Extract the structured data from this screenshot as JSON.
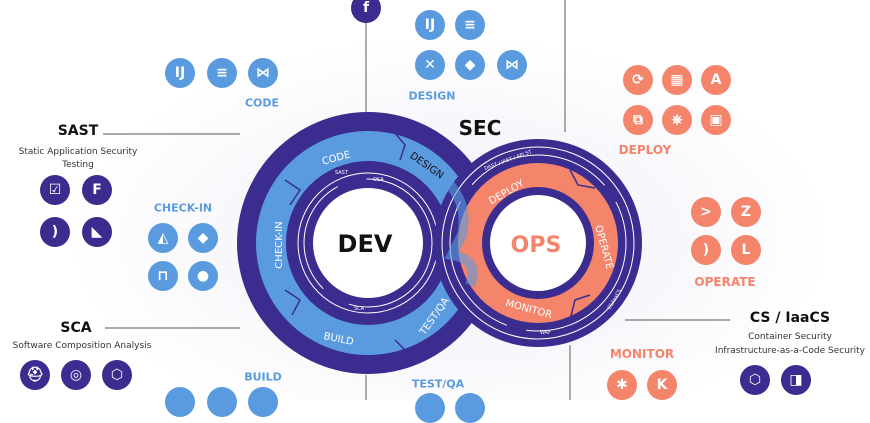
{
  "colors": {
    "purple": "#3b2d8f",
    "blue": "#5a9be0",
    "orange": "#f4846a"
  },
  "center": {
    "dev": "DEV",
    "ops": "OPS",
    "sec": "SEC"
  },
  "ring_dev": {
    "code": "CODE",
    "design": "DESIGN",
    "check_in": "CHECK-IN",
    "build": "BUILD",
    "test_qa": "TEST/QA"
  },
  "ring_ops": {
    "deploy": "DEPLOY",
    "operate": "OPERATE",
    "monitor": "MONITOR"
  },
  "ring_small": {
    "sast": "SAST",
    "osa": "OSA",
    "sca": "SCA",
    "dast": "DAST / IAST / API ST",
    "cs": "CS/IaaCS",
    "waf": "WAF"
  },
  "groups": {
    "code": "CODE",
    "design": "DESIGN",
    "deploy": "DEPLOY",
    "operate": "OPERATE",
    "monitor": "MONITOR",
    "check_in": "CHECK-IN",
    "build": "BUILD",
    "test_qa": "TEST/QA"
  },
  "sast": {
    "title": "SAST",
    "subtitle1": "Static Application Security",
    "subtitle2": "Testing"
  },
  "sca": {
    "title": "SCA",
    "subtitle": "Software Composition Analysis"
  },
  "cs": {
    "title": "CS / IaaCS",
    "subtitle1": "Container Security",
    "subtitle2": "Infrastructure-as-a-Code Security"
  }
}
